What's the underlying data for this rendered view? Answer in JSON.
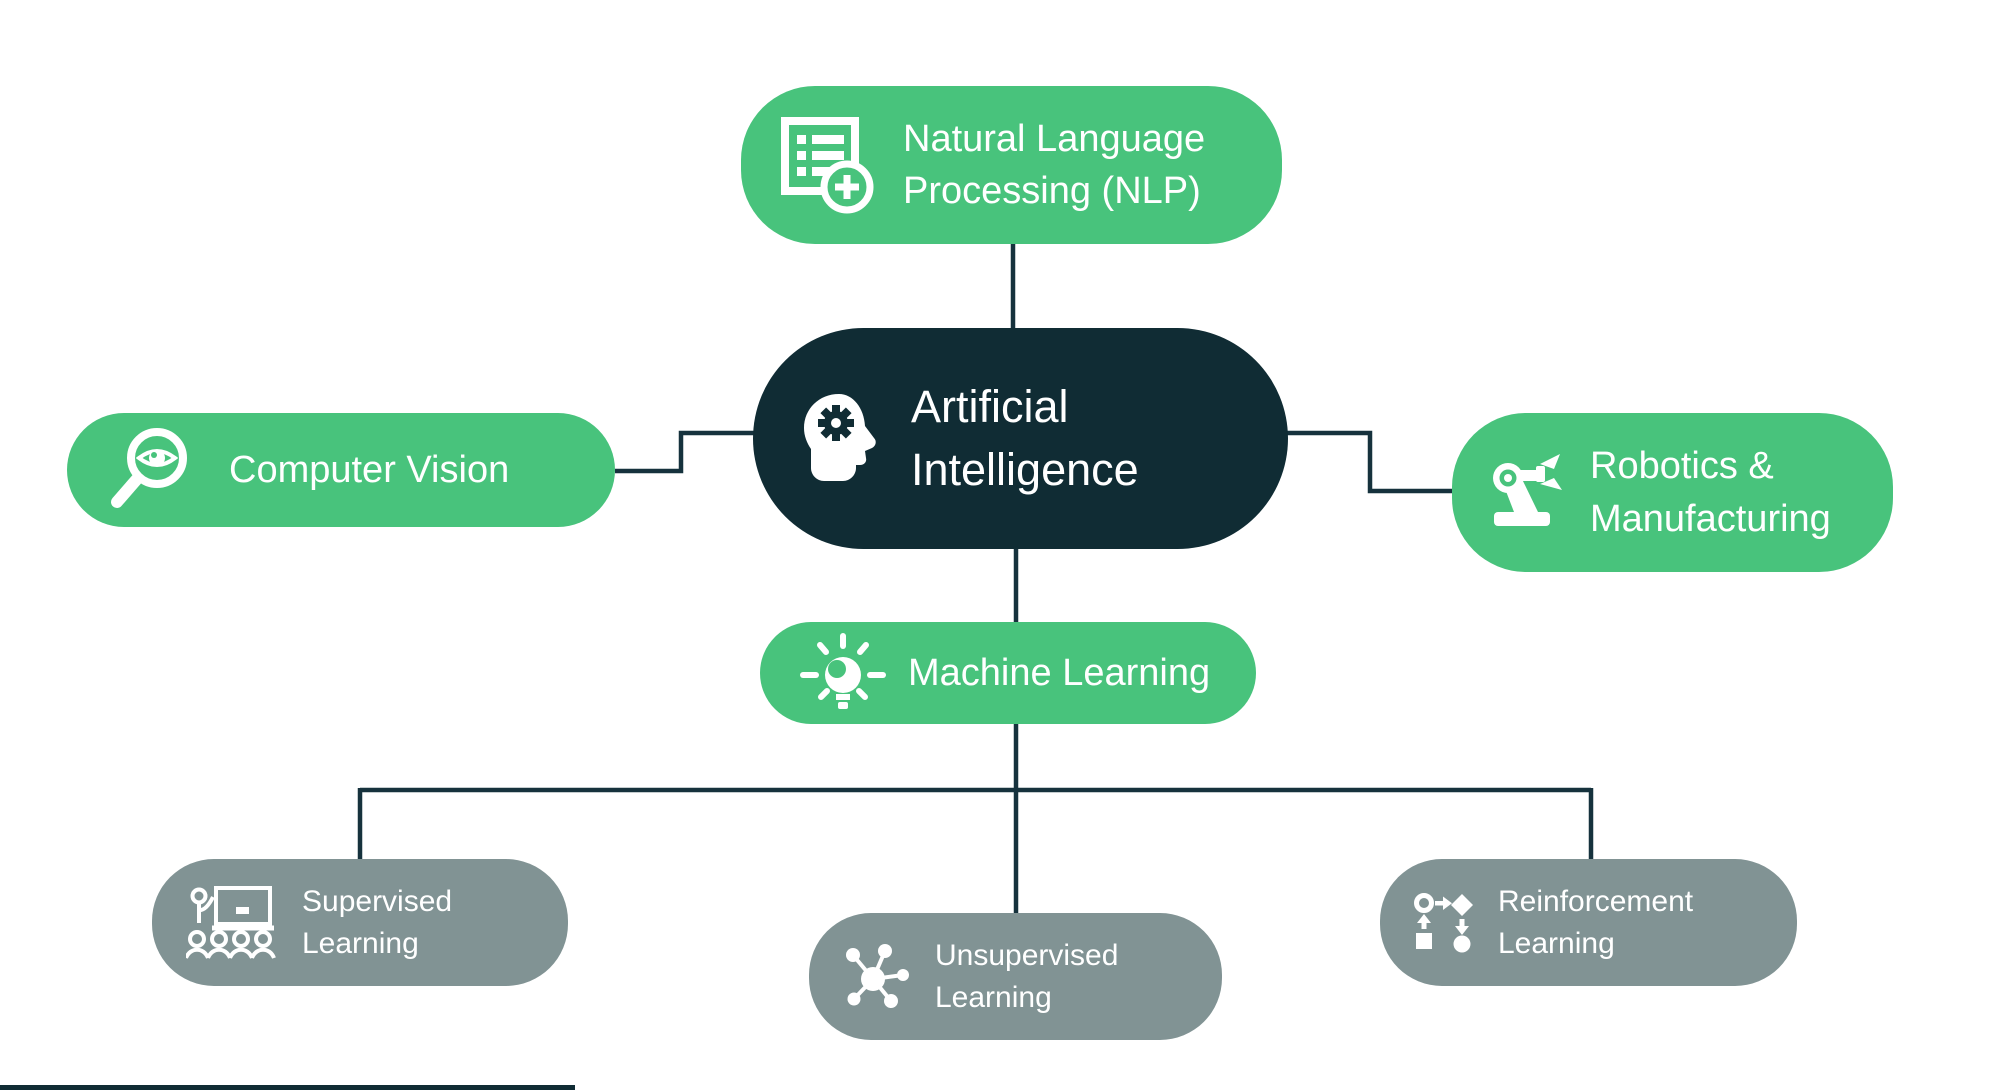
{
  "colors": {
    "green": "#48c37c",
    "dark": "#102c34",
    "gray": "#819394",
    "line": "#16323d",
    "text": "#ffffff",
    "background": "#ffffff"
  },
  "nodes": [
    {
      "id": "nlp",
      "label": "Natural Language\nProcessing (NLP)",
      "icon": "document-add-icon",
      "color": "green"
    },
    {
      "id": "ai",
      "label": "Artificial\nIntelligence",
      "icon": "head-gear-icon",
      "color": "dark"
    },
    {
      "id": "cv",
      "label": "Computer Vision",
      "icon": "magnifier-eye-icon",
      "color": "green"
    },
    {
      "id": "robotics",
      "label": "Robotics &\nManufacturing",
      "icon": "robot-arm-icon",
      "color": "green"
    },
    {
      "id": "ml",
      "label": "Machine Learning",
      "icon": "lightbulb-icon",
      "color": "green"
    },
    {
      "id": "supervised",
      "label": "Supervised\nLearning",
      "icon": "teacher-icon",
      "color": "gray"
    },
    {
      "id": "unsupervised",
      "label": "Unsupervised\nLearning",
      "icon": "cluster-icon",
      "color": "gray"
    },
    {
      "id": "reinforcement",
      "label": "Reinforcement\nLearning",
      "icon": "flowchart-icon",
      "color": "gray"
    }
  ]
}
